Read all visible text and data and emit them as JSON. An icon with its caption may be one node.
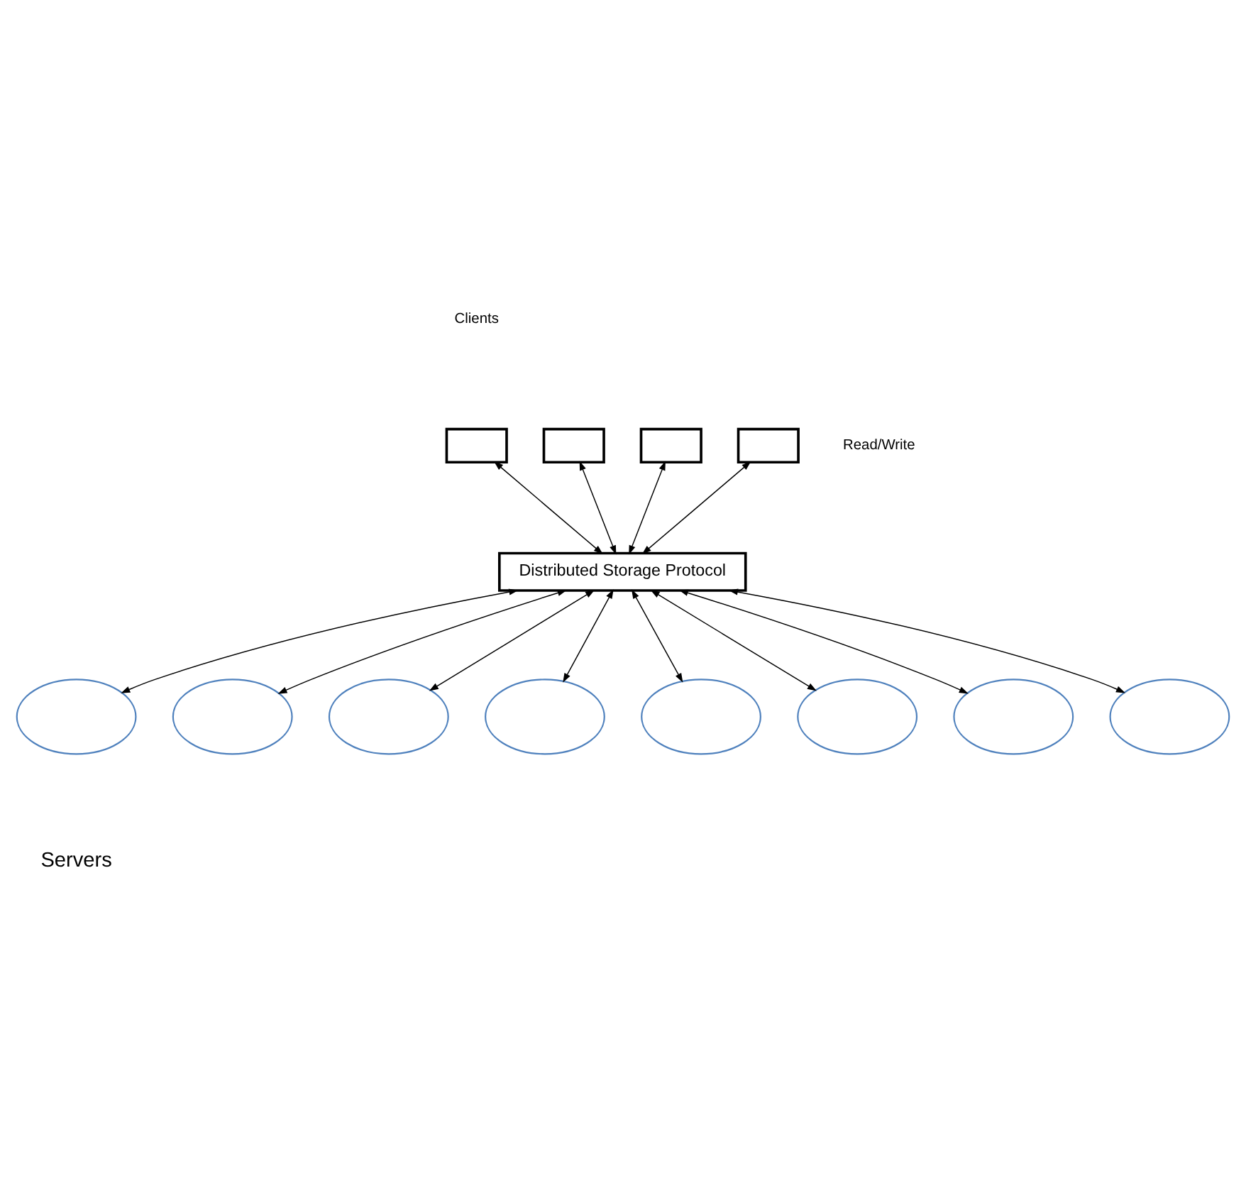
{
  "diagram": {
    "nodes": [
      {
        "text": [],
        "shape": "box"
      },
      {
        "text": [],
        "shape": "box"
      },
      {
        "text": [],
        "shape": "box"
      },
      {
        "text": [],
        "shape": "box"
      },
      {
        "text": [
          "Distributed Storage Protocol"
        ]
      },
      {
        "text": [],
        "shape": "ellipse"
      },
      {
        "text": [],
        "shape": "ellipse"
      },
      {
        "text": [],
        "shape": "ellipse"
      },
      {
        "text": [],
        "shape": "ellipse"
      },
      {
        "text": [],
        "shape": "ellipse"
      },
      {
        "text": [],
        "shape": "ellipse"
      },
      {
        "text": [],
        "shape": "ellipse"
      },
      {
        "text": [],
        "shape": "ellipse"
      }
    ],
    "edges": [
      {
        "from": 0,
        "to": 4,
        "arrow": "both"
      },
      {
        "from": 1,
        "to": 4,
        "arrow": "both"
      },
      {
        "from": 2,
        "to": 4,
        "arrow": "both"
      },
      {
        "from": 3,
        "to": 4,
        "arrow": "both"
      },
      {
        "from": 4,
        "to": 5,
        "arrow": "both"
      },
      {
        "from": 4,
        "to": 6,
        "arrow": "both"
      },
      {
        "from": 4,
        "to": 7,
        "arrow": "both"
      },
      {
        "from": 4,
        "to": 8,
        "arrow": "both"
      },
      {
        "from": 4,
        "to": 9,
        "arrow": "both"
      },
      {
        "from": 4,
        "to": 10,
        "arrow": "both"
      },
      {
        "from": 4,
        "to": 11,
        "arrow": "both"
      },
      {
        "from": 4,
        "to": 12,
        "arrow": "both"
      }
    ],
    "labels": [
      "Clients",
      "Read/Write",
      "Servers"
    ]
  }
}
